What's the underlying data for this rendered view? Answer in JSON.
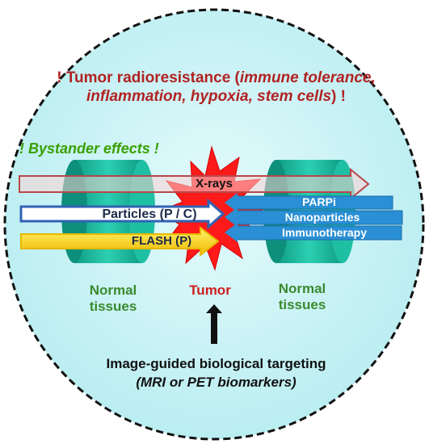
{
  "diagram": {
    "radioresistance": {
      "prefix": "! Tumor radioresistance (",
      "italic": "immune tolerance, inflammation, hypoxia, stem cells",
      "suffix": ") !"
    },
    "bystander": "! Bystander effects !",
    "arrows": {
      "xrays": "X-rays",
      "particles": "Particles (P / C)",
      "flash": "FLASH (P)"
    },
    "agents": {
      "parpi": "PARPi",
      "nanoparticles": "Nanoparticles",
      "immunotherapy": "Immunotherapy"
    },
    "labels": {
      "normal_left": "Normal tissues",
      "tumor": "Tumor",
      "normal_right": "Normal tissues"
    },
    "imaging": {
      "line1": "Image-guided biological targeting",
      "line2": "(MRI or PET biomarkers)"
    }
  },
  "colors": {
    "background_circle": "#c8f3f6",
    "tissue": "#1ab39b",
    "tumor_star": "#ff1a1a",
    "xray_arrow": "#f7cccc",
    "particles_arrow_border": "#3a6fc2",
    "flash_arrow": "#ffd700",
    "agent_bars": "#2a8fd4"
  }
}
